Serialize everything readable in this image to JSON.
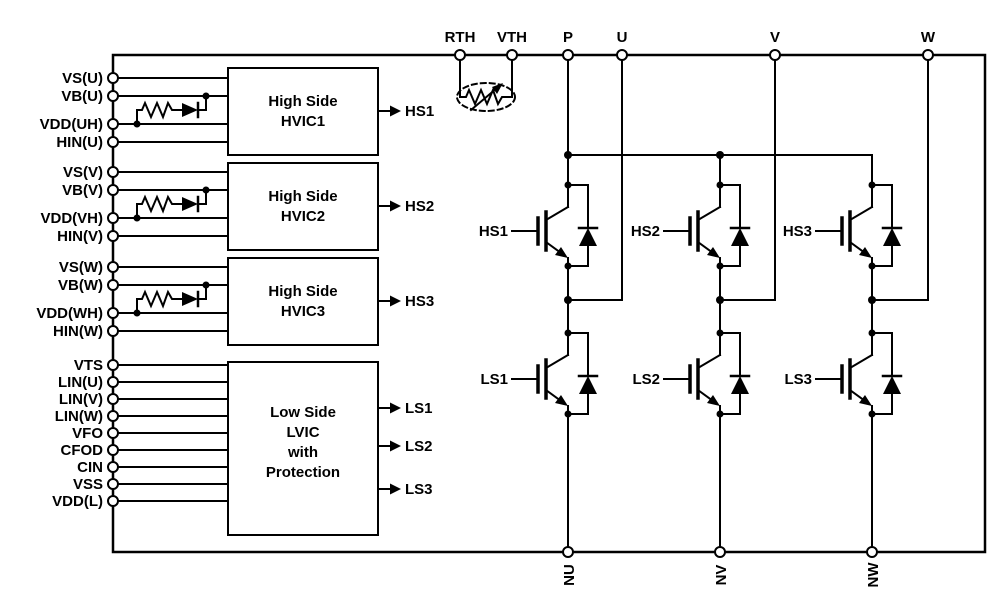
{
  "colors": {
    "line": "#000000",
    "background": "#ffffff"
  },
  "pins": {
    "left": [
      "VS(U)",
      "VB(U)",
      "VDD(UH)",
      "HIN(U)",
      "VS(V)",
      "VB(V)",
      "VDD(VH)",
      "HIN(V)",
      "VS(W)",
      "VB(W)",
      "VDD(WH)",
      "HIN(W)",
      "VTS",
      "LIN(U)",
      "LIN(V)",
      "LIN(W)",
      "VFO",
      "CFOD",
      "CIN",
      "VSS",
      "VDD(L)"
    ],
    "top": [
      "RTH",
      "VTH",
      "P",
      "U",
      "V",
      "W"
    ],
    "bottom": [
      "NU",
      "NV",
      "NW"
    ]
  },
  "blocks": {
    "hvic1": {
      "line1": "High Side",
      "line2": "HVIC1",
      "output": "HS1"
    },
    "hvic2": {
      "line1": "High Side",
      "line2": "HVIC2",
      "output": "HS2"
    },
    "hvic3": {
      "line1": "High Side",
      "line2": "HVIC3",
      "output": "HS3"
    },
    "lvic": {
      "line1": "Low Side",
      "line2": "LVIC",
      "line3": "with",
      "line4": "Protection",
      "outputs": [
        "LS1",
        "LS2",
        "LS3"
      ]
    }
  },
  "igbts": {
    "high_side": [
      "HS1",
      "HS2",
      "HS3"
    ],
    "low_side": [
      "LS1",
      "LS2",
      "LS3"
    ]
  }
}
